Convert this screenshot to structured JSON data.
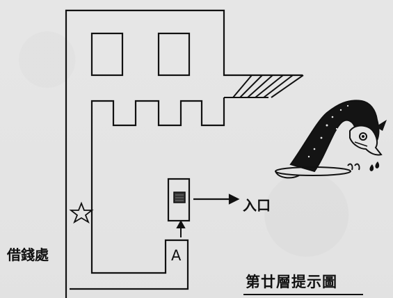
{
  "map": {
    "left_label": "借錢處",
    "entrance_label": "入口",
    "title": "第廿層提示圖",
    "box_a_label": "A",
    "star_icon": "star-outline-icon"
  },
  "colors": {
    "background": "#e6e6e6",
    "ink": "#111111"
  }
}
